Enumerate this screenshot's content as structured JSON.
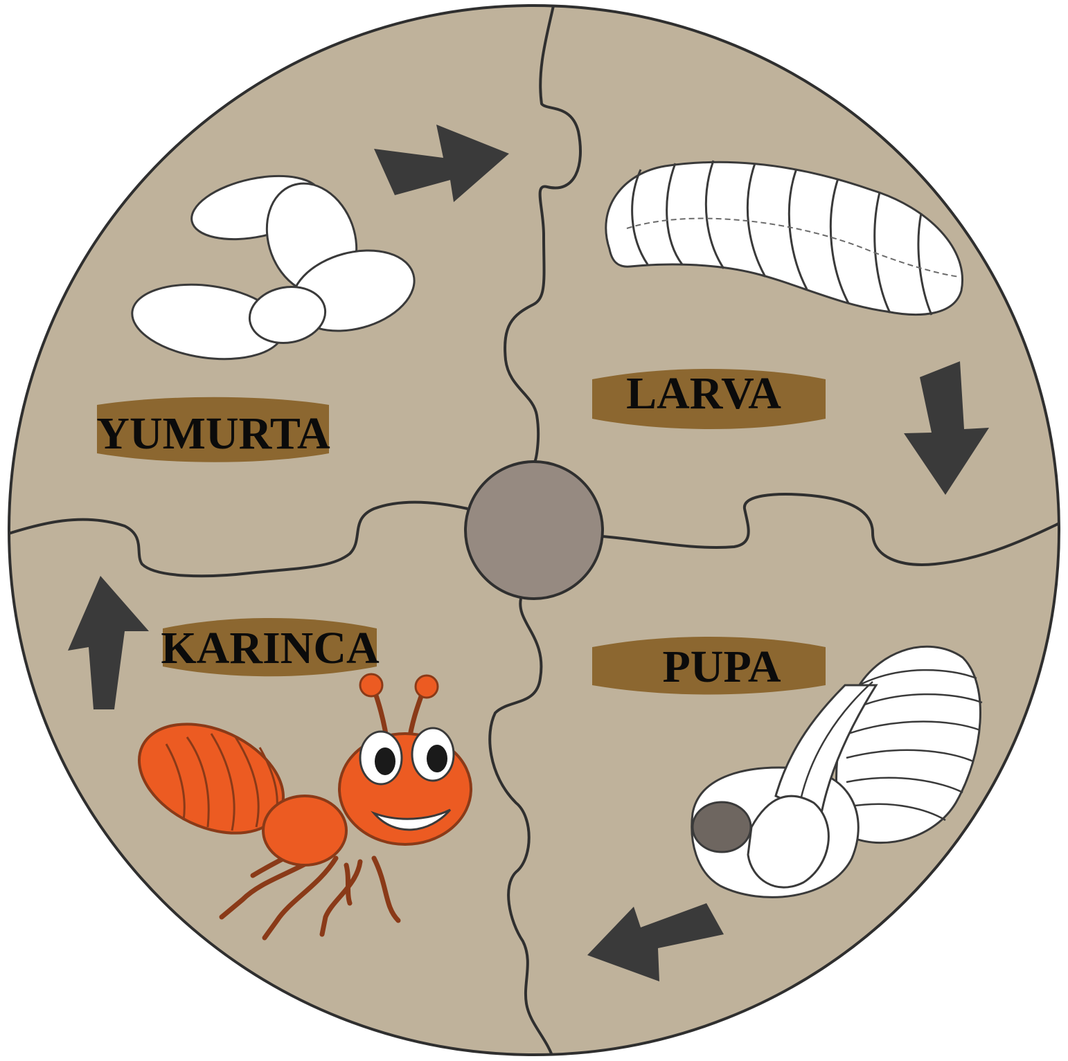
{
  "stages": [
    {
      "id": "yumurta",
      "label": "YUMURTA"
    },
    {
      "id": "larva",
      "label": "LARVA"
    },
    {
      "id": "pupa",
      "label": "PUPA"
    },
    {
      "id": "karinca",
      "label": "KARINCA"
    }
  ],
  "colors": {
    "puzzle_fill": "#bfb29b",
    "puzzle_outline": "#2f2f2f",
    "center_knob": "#968a81",
    "label_band": "#8c6730",
    "arrow": "#3a3a3a",
    "ant": "#ec5b22",
    "ant_outline": "#8a3a18",
    "white_shapes": "#ffffff"
  },
  "icons": [
    "egg-cluster-icon",
    "larva-icon",
    "pupa-icon",
    "ant-icon",
    "cycle-arrow-icon"
  ]
}
